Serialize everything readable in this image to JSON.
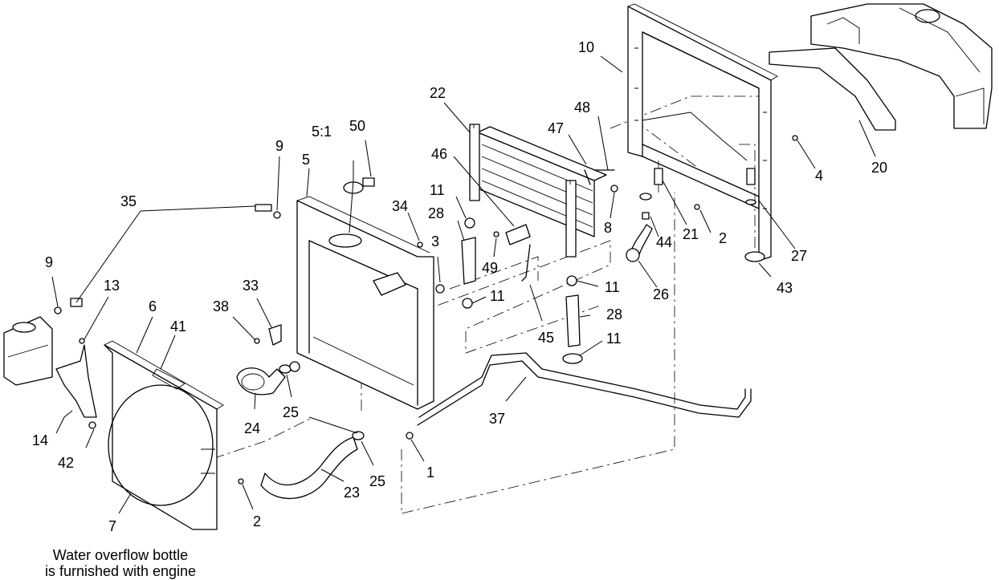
{
  "callouts": [
    {
      "id": "c1",
      "label": "1"
    },
    {
      "id": "c2a",
      "label": "2"
    },
    {
      "id": "c2b",
      "label": "2"
    },
    {
      "id": "c3",
      "label": "3"
    },
    {
      "id": "c4",
      "label": "4"
    },
    {
      "id": "c5",
      "label": "5"
    },
    {
      "id": "c51",
      "label": "5:1"
    },
    {
      "id": "c6",
      "label": "6"
    },
    {
      "id": "c7",
      "label": "7"
    },
    {
      "id": "c8",
      "label": "8"
    },
    {
      "id": "c9a",
      "label": "9"
    },
    {
      "id": "c9b",
      "label": "9"
    },
    {
      "id": "c10",
      "label": "10"
    },
    {
      "id": "c11a",
      "label": "11"
    },
    {
      "id": "c11b",
      "label": "11"
    },
    {
      "id": "c11c",
      "label": "11"
    },
    {
      "id": "c11d",
      "label": "11"
    },
    {
      "id": "c13",
      "label": "13"
    },
    {
      "id": "c14",
      "label": "14"
    },
    {
      "id": "c20",
      "label": "20"
    },
    {
      "id": "c21",
      "label": "21"
    },
    {
      "id": "c22",
      "label": "22"
    },
    {
      "id": "c23",
      "label": "23"
    },
    {
      "id": "c24",
      "label": "24"
    },
    {
      "id": "c25a",
      "label": "25"
    },
    {
      "id": "c25b",
      "label": "25"
    },
    {
      "id": "c26",
      "label": "26"
    },
    {
      "id": "c27",
      "label": "27"
    },
    {
      "id": "c28a",
      "label": "28"
    },
    {
      "id": "c28b",
      "label": "28"
    },
    {
      "id": "c33",
      "label": "33"
    },
    {
      "id": "c34",
      "label": "34"
    },
    {
      "id": "c35",
      "label": "35"
    },
    {
      "id": "c37",
      "label": "37"
    },
    {
      "id": "c38",
      "label": "38"
    },
    {
      "id": "c41",
      "label": "41"
    },
    {
      "id": "c42",
      "label": "42"
    },
    {
      "id": "c43",
      "label": "43"
    },
    {
      "id": "c44",
      "label": "44"
    },
    {
      "id": "c45",
      "label": "45"
    },
    {
      "id": "c46",
      "label": "46"
    },
    {
      "id": "c47",
      "label": "47"
    },
    {
      "id": "c48",
      "label": "48"
    },
    {
      "id": "c49",
      "label": "49"
    },
    {
      "id": "c50",
      "label": "50"
    }
  ],
  "note": {
    "line1": "Water overflow bottle",
    "line2": "is furnished with engine"
  }
}
